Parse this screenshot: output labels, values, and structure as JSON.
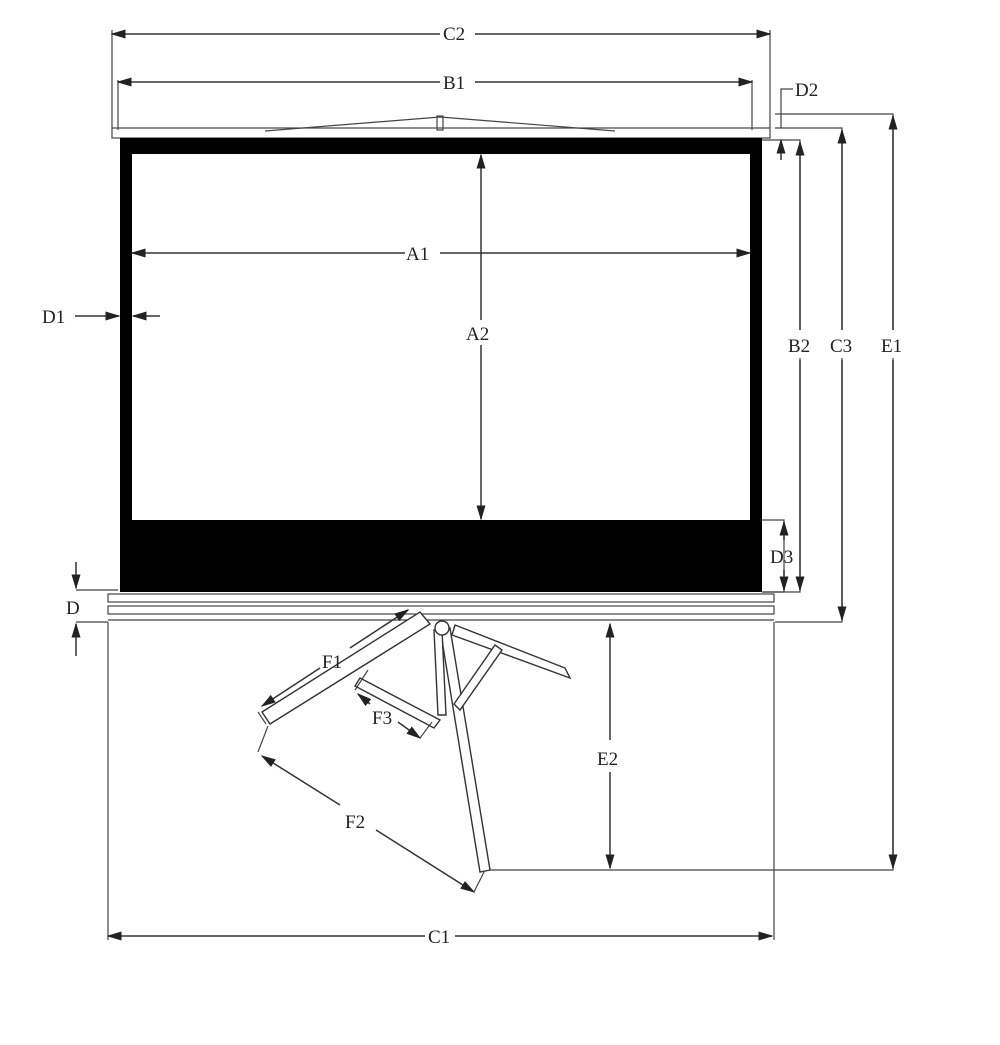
{
  "diagram": {
    "subject": "Tripod projector screen dimension drawing",
    "labels": {
      "A1": "A1",
      "A2": "A2",
      "B1": "B1",
      "B2": "B2",
      "C1": "C1",
      "C2": "C2",
      "C3": "C3",
      "D": "D",
      "D1": "D1",
      "D2": "D2",
      "D3": "D3",
      "E1": "E1",
      "E2": "E2",
      "F1": "F1",
      "F2": "F2",
      "F3": "F3"
    },
    "colors": {
      "line": "#333333",
      "border": "#000000",
      "background": "#ffffff"
    }
  }
}
